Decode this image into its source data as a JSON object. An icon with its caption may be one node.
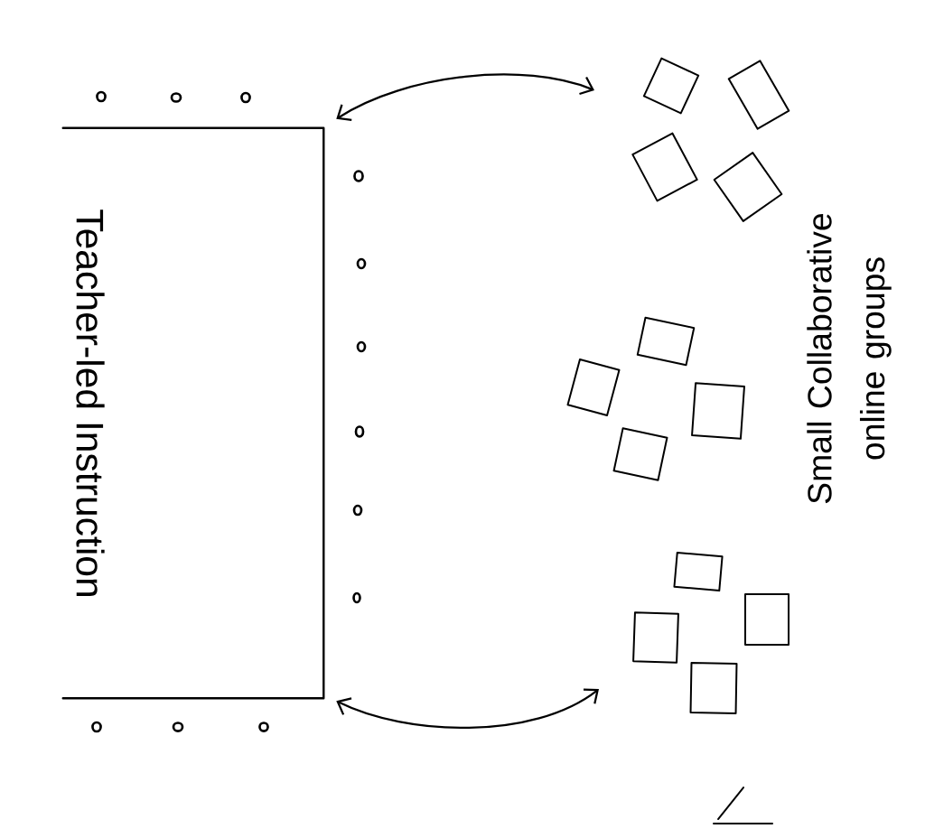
{
  "diagram": {
    "nodes": [
      {
        "text": [
          "Teacher-led Instruction"
        ]
      },
      {
        "text": [],
        "shape": "circle"
      },
      {
        "text": [],
        "shape": "circle"
      },
      {
        "text": [],
        "shape": "circle"
      },
      {
        "text": [],
        "shape": "circle"
      },
      {
        "text": [],
        "shape": "circle"
      },
      {
        "text": [],
        "shape": "circle"
      },
      {
        "text": [],
        "shape": "circle"
      },
      {
        "text": [],
        "shape": "circle"
      },
      {
        "text": [],
        "shape": "circle"
      },
      {
        "text": [],
        "shape": "circle"
      },
      {
        "text": [],
        "shape": "circle"
      },
      {
        "text": [],
        "shape": "circle"
      },
      {
        "text": [],
        "shape": "box"
      },
      {
        "text": [],
        "shape": "box"
      },
      {
        "text": [],
        "shape": "box"
      },
      {
        "text": [],
        "shape": "box"
      },
      {
        "text": [],
        "shape": "box"
      },
      {
        "text": [],
        "shape": "box"
      },
      {
        "text": [],
        "shape": "box"
      },
      {
        "text": [],
        "shape": "box"
      },
      {
        "text": [],
        "shape": "box"
      },
      {
        "text": [],
        "shape": "box"
      },
      {
        "text": [],
        "shape": "box"
      },
      {
        "text": [],
        "shape": "box"
      }
    ],
    "edges": [
      {
        "from": 0,
        "to": 13,
        "arrow": "both"
      },
      {
        "from": 0,
        "to": 22,
        "arrow": "both"
      }
    ],
    "labels": [
      "Small Collaborative online groups"
    ]
  }
}
